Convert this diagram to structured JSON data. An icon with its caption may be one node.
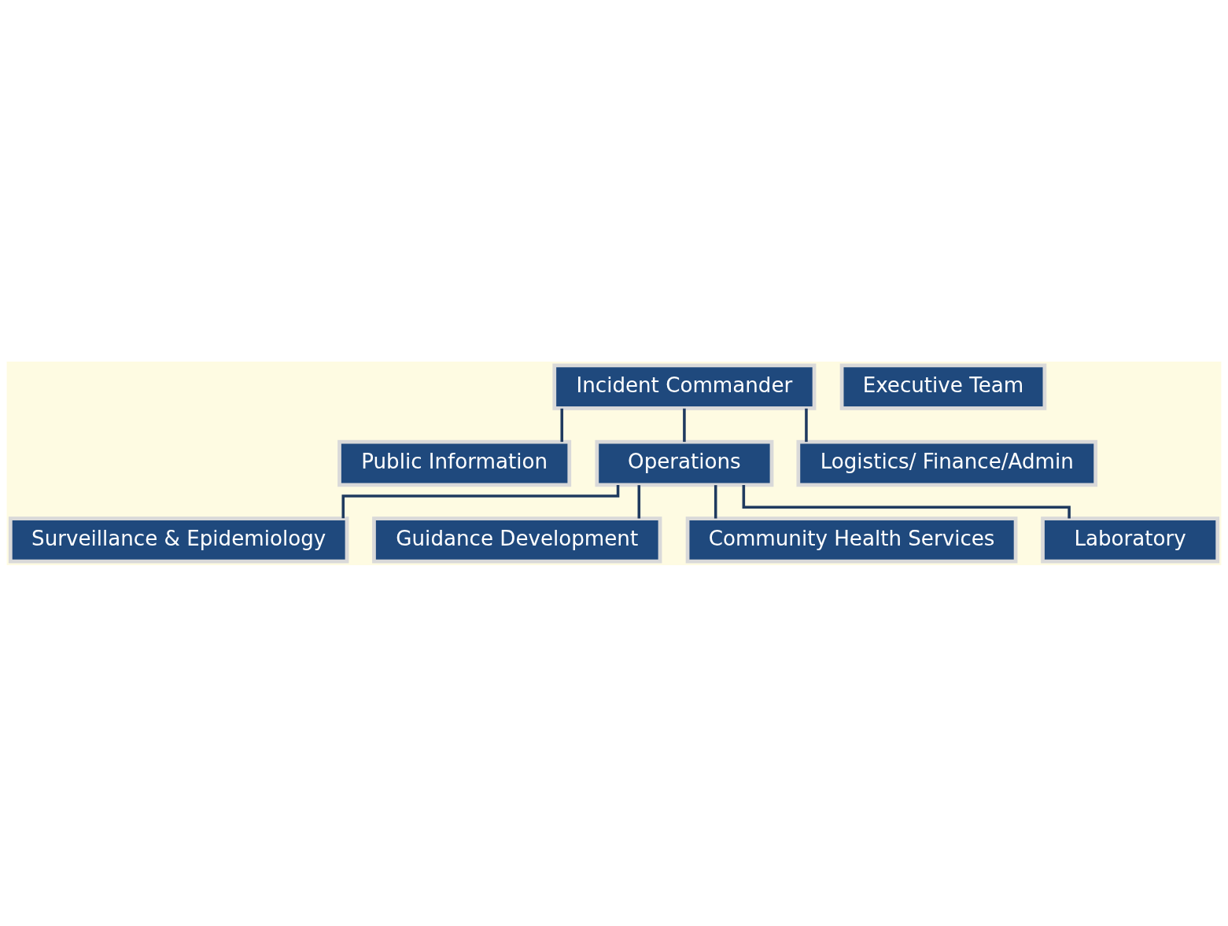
{
  "diagram": {
    "nodes": [
      {
        "text": [
          "Incident Commander"
        ]
      },
      {
        "text": [
          "Executive Team"
        ]
      },
      {
        "text": [
          "Public Information"
        ]
      },
      {
        "text": [
          "Operations"
        ]
      },
      {
        "text": [
          "Logistics/ Finance/Admin"
        ]
      },
      {
        "text": [
          "Surveillance & Epidemiology"
        ]
      },
      {
        "text": [
          "Guidance Development"
        ]
      },
      {
        "text": [
          "Community Health Services"
        ]
      },
      {
        "text": [
          "Laboratory"
        ]
      }
    ],
    "edges": [
      {
        "from": 0,
        "to": 2,
        "arrow": "none"
      },
      {
        "from": 0,
        "to": 3,
        "arrow": "none"
      },
      {
        "from": 0,
        "to": 4,
        "arrow": "none"
      },
      {
        "from": 3,
        "to": 5,
        "arrow": "none"
      },
      {
        "from": 3,
        "to": 6,
        "arrow": "none"
      },
      {
        "from": 3,
        "to": 7,
        "arrow": "none"
      },
      {
        "from": 3,
        "to": 8,
        "arrow": "none"
      }
    ]
  }
}
